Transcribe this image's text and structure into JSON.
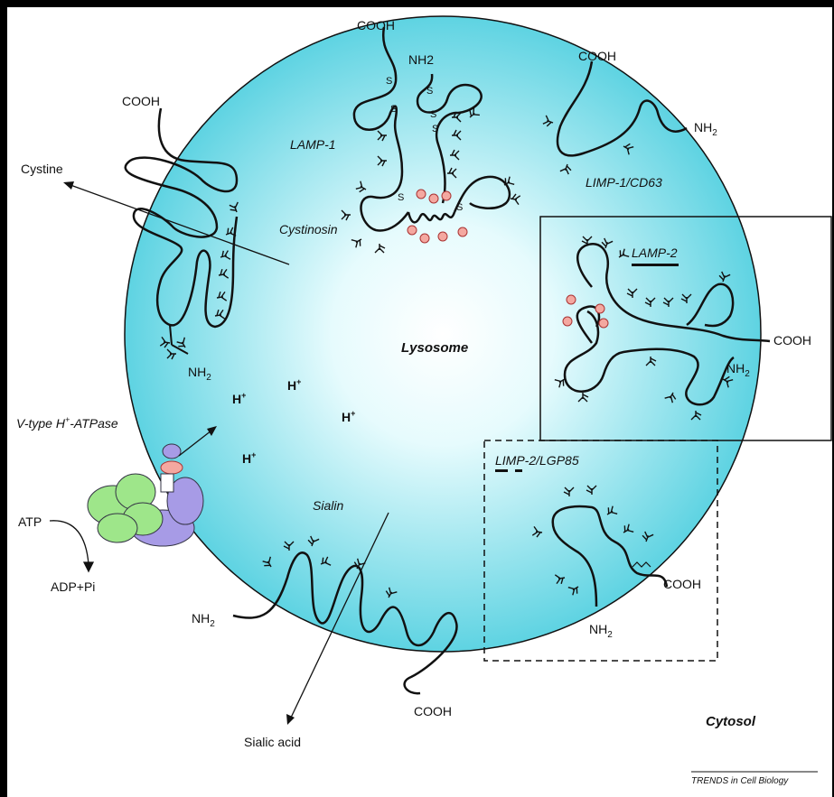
{
  "labels": {
    "lysosome": "Lysosome",
    "cytosol": "Cytosol",
    "lamp1": "LAMP-1",
    "lamp2": "LAMP-2",
    "limp1": "LIMP-1/CD63",
    "limp2": "LIMP-2/LGP85",
    "cystinosin": "Cystinosin",
    "sialin": "Sialin",
    "vtype_pre": "V-type H",
    "vtype_sup": "+",
    "vtype_post": "-ATPase",
    "cystine": "Cystine",
    "sialic_acid": "Sialic acid",
    "atp": "ATP",
    "adp": "ADP+Pi",
    "cooh": "COOH",
    "nh2": "NH2",
    "nh": "NH",
    "sub2": "2",
    "h": "H",
    "hsup": "+",
    "s": "S",
    "credit": "TRENDS in Cell Biology"
  }
}
